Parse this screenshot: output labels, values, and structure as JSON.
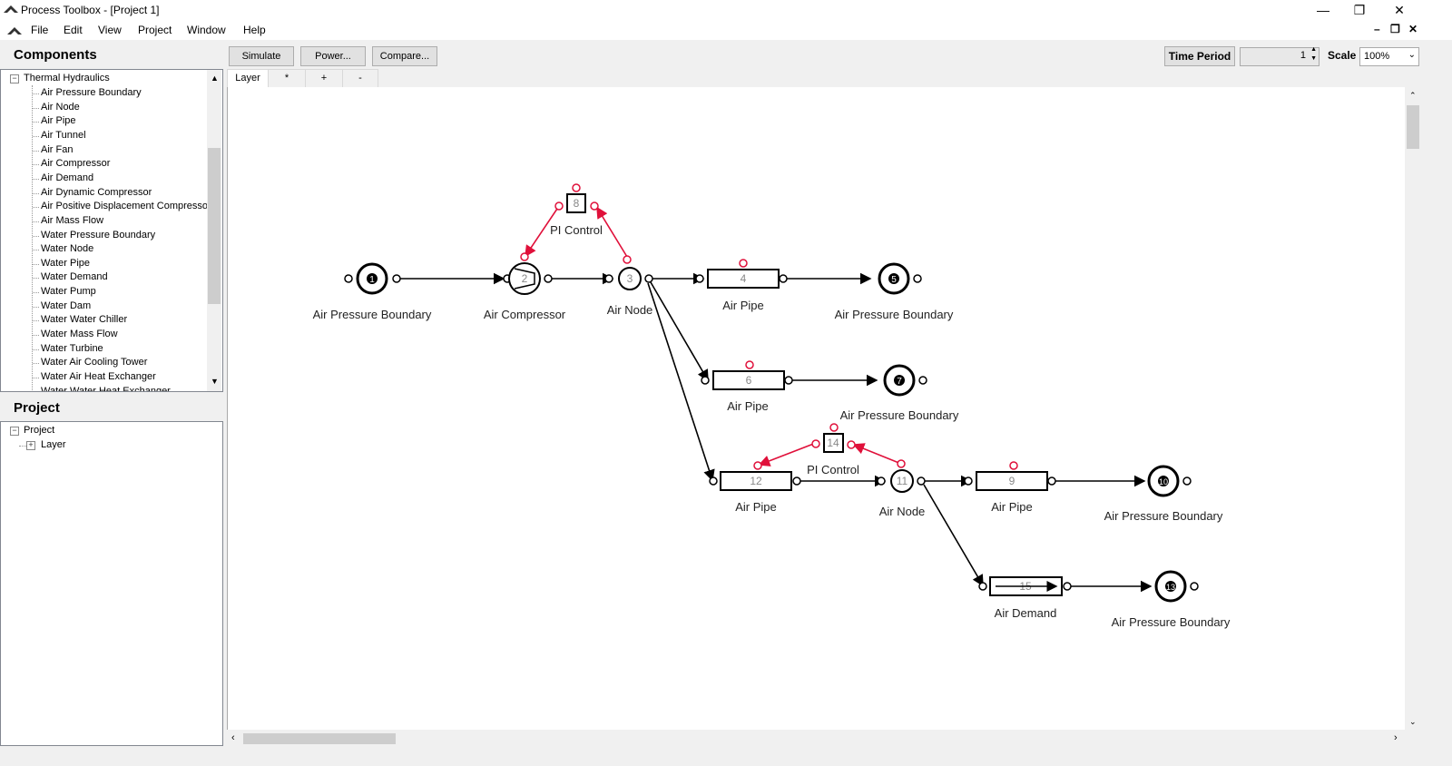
{
  "window": {
    "title": "Process Toolbox - [Project 1]"
  },
  "menu": {
    "items": [
      "File",
      "Edit",
      "View",
      "Project",
      "Window",
      "Help"
    ]
  },
  "components": {
    "header": "Components",
    "root": "Thermal Hydraulics",
    "items": [
      "Air Pressure Boundary",
      "Air Node",
      "Air Pipe",
      "Air Tunnel",
      "Air Fan",
      "Air Compressor",
      "Air Demand",
      "Air Dynamic Compressor",
      "Air Positive Displacement Compressor",
      "Air Mass Flow",
      "Water Pressure Boundary",
      "Water Node",
      "Water Pipe",
      "Water Demand",
      "Water Pump",
      "Water Dam",
      "Water Water Chiller",
      "Water Mass Flow",
      "Water Turbine",
      "Water Air Cooling Tower",
      "Water Air Heat Exchanger",
      "Water Water Heat Exchanger"
    ]
  },
  "project": {
    "header": "Project",
    "root": "Project",
    "child": "Layer"
  },
  "toolbar": {
    "simulate": "Simulate",
    "power": "Power...",
    "compare": "Compare...",
    "time_period_label": "Time Period",
    "time_period_value": "1",
    "scale_label": "Scale",
    "scale_value": "100%"
  },
  "tabs": [
    "Layer",
    "*",
    "+",
    "-"
  ],
  "diagram": {
    "nodes": {
      "n1": {
        "num": "1",
        "label": "Air Pressure Boundary"
      },
      "n2": {
        "num": "2",
        "label": "Air Compressor"
      },
      "n3": {
        "num": "3",
        "label": "Air Node"
      },
      "n4": {
        "num": "4",
        "label": "Air Pipe"
      },
      "n5": {
        "num": "5",
        "label": "Air Pressure Boundary"
      },
      "n6": {
        "num": "6",
        "label": "Air Pipe"
      },
      "n7": {
        "num": "7",
        "label": "Air Pressure Boundary"
      },
      "n8": {
        "num": "8",
        "label": "PI Control"
      },
      "n9": {
        "num": "9",
        "label": "Air Pipe"
      },
      "n10": {
        "num": "10",
        "label": "Air Pressure Boundary"
      },
      "n11": {
        "num": "11",
        "label": "Air Node"
      },
      "n12": {
        "num": "12",
        "label": "Air Pipe"
      },
      "n13": {
        "num": "13",
        "label": "Air Pressure Boundary"
      },
      "n14": {
        "num": "14",
        "label": "PI Control"
      },
      "n15": {
        "num": "15",
        "label": "Air Demand"
      }
    }
  },
  "colors": {
    "control": "#e0103a",
    "flow": "#000000"
  }
}
